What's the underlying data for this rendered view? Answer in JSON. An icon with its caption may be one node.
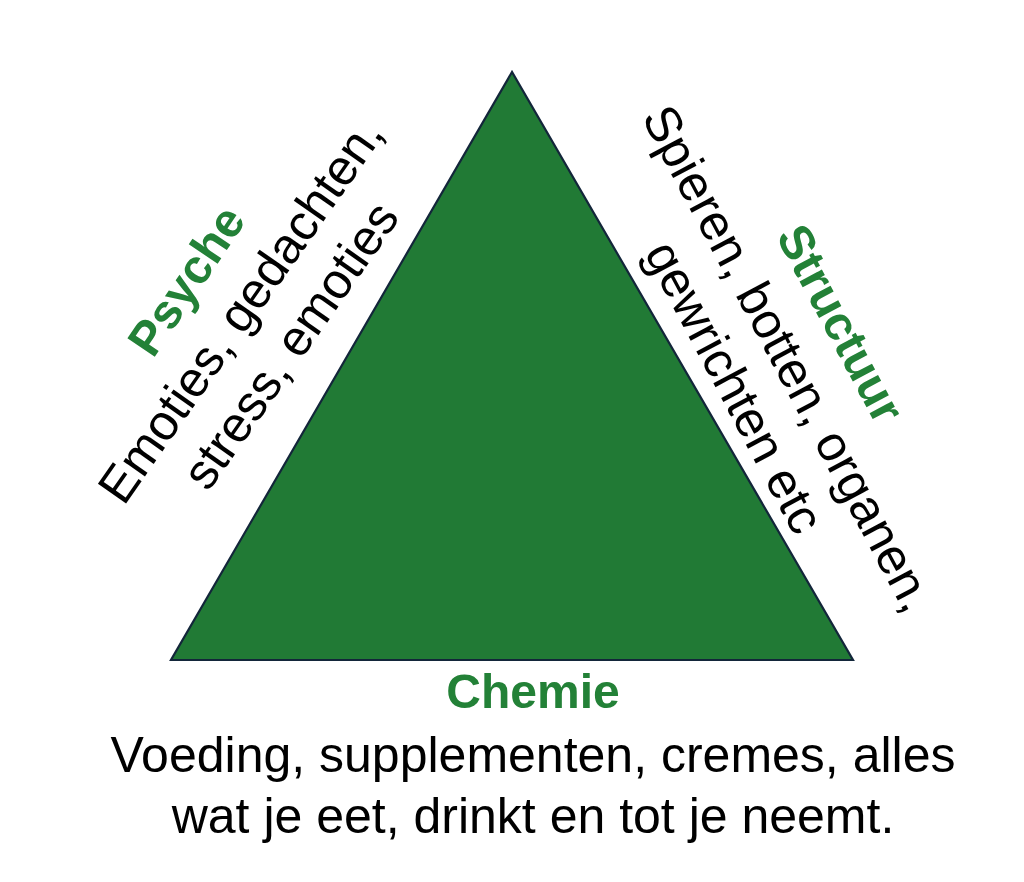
{
  "diagram": {
    "nodes": [
      {
        "text": [],
        "shape": "triangle",
        "beside": [
          "Psyche",
          "Emoties, gedachten, stress, emoties",
          "Structuur",
          "Spieren, botten, organen, gewrichten etc",
          "Chemie",
          "Voeding, supplementen, cremes, alles wat je eet, drinkt en tot je neemt."
        ]
      }
    ]
  }
}
